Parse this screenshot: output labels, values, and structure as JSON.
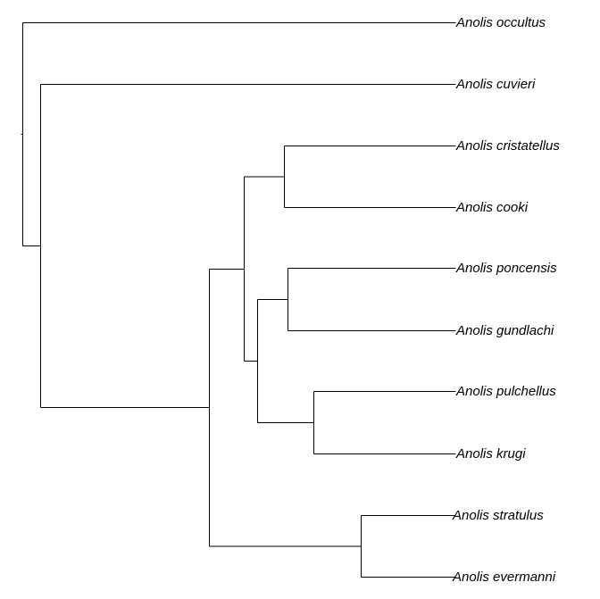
{
  "tree": {
    "id": "root",
    "children": [
      {
        "id": "occultus",
        "label": "Anolis occultus"
      },
      {
        "id": "n_a",
        "children": [
          {
            "id": "cuvieri",
            "label": "Anolis cuvieri"
          },
          {
            "id": "n_b",
            "children": [
              {
                "id": "n_c",
                "children": [
                  {
                    "id": "n_d",
                    "children": [
                      {
                        "id": "cristatellus",
                        "label": "Anolis cristatellus"
                      },
                      {
                        "id": "cooki",
                        "label": "Anolis cooki"
                      }
                    ]
                  },
                  {
                    "id": "n_e",
                    "children": [
                      {
                        "id": "n_f",
                        "children": [
                          {
                            "id": "poncensis",
                            "label": "Anolis poncensis"
                          },
                          {
                            "id": "gundlachi",
                            "label": "Anolis gundlachi"
                          }
                        ]
                      },
                      {
                        "id": "n_g",
                        "children": [
                          {
                            "id": "pulchellus",
                            "label": "Anolis pulchellus"
                          },
                          {
                            "id": "krugi",
                            "label": "Anolis krugi"
                          }
                        ]
                      }
                    ]
                  }
                ]
              },
              {
                "id": "n_h",
                "children": [
                  {
                    "id": "stratulus",
                    "label": "Anolis stratulus"
                  },
                  {
                    "id": "evermanni",
                    "label": "Anolis evermanni"
                  }
                ]
              }
            ]
          }
        ]
      }
    ]
  }
}
